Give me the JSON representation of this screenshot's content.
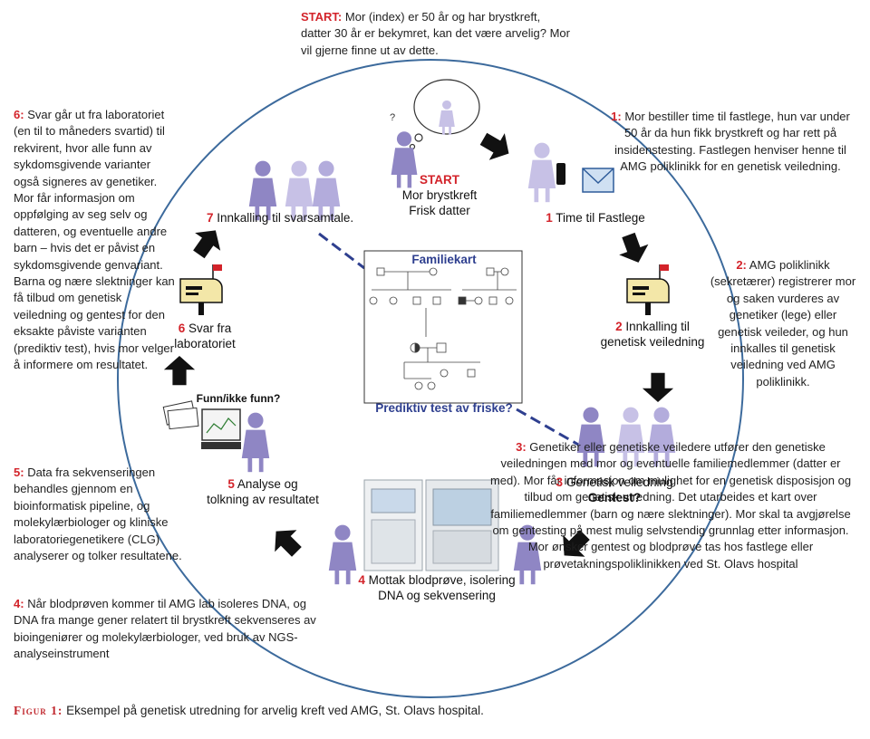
{
  "start": {
    "label": "START:",
    "text": "Mor (index) er 50 år og har brystkreft, datter 30 år er bekymret, kan det være arvelig? Mor vil gjerne finne ut av dette."
  },
  "steps_text": [
    {
      "num": "1:",
      "text": "Mor bestiller time til fastlege, hun var under 50 år da hun fikk brystkreft og har rett på insidenstesting. Fastlegen henviser henne til AMG poliklinikk for en genetisk veiledning."
    },
    {
      "num": "2:",
      "text": "AMG poliklinikk (sekretærer) registrerer mor og saken vurderes av genetiker (lege) eller genetisk veileder, og hun innkalles til genetisk veiledning ved AMG poliklinikk."
    },
    {
      "num": "3:",
      "text": "Genetiker eller genetiske veiledere utfører den genetiske veiledningen med mor og eventuelle familiemedlemmer (datter er med). Mor får informasjon om mulighet for en genetisk disposisjon og tilbud om genetisk utredning. Det utarbeides et kart over familiemedlemmer (barn og nære slektninger). Mor skal ta avgjørelse om gentesting på mest mulig selvstendig grunnlag etter informasjon. Mor ønsker gentest og blodprøve tas hos fastlege eller prøvetakningspoliklinikken ved St. Olavs hospital"
    },
    {
      "num": "4:",
      "text": "Når blodprøven kommer til AMG lab isoleres DNA, og DNA fra mange gener relatert til brystkreft sekvenseres av bioingeniører og molekylærbiologer, ved bruk av NGS-analyseinstrument"
    },
    {
      "num": "5:",
      "text": "Data fra sekvenseringen behandles gjennom en bioinformatisk pipeline, og molekylærbiologer og kliniske laboratoriegenetikere (CLG) analyserer og tolker resultatene."
    },
    {
      "num": "6:",
      "text": "Svar går ut fra laboratoriet (en til to måneders svartid) til rekvirent, hvor alle funn av sykdomsgivende varianter også signeres av genetiker. Mor får informasjon om oppfølging av seg selv og datteren, og eventuelle andre barn – hvis det er påvist en sykdomsgivende genvariant. Barna og nære slektninger kan få tilbud om genetisk veiledning og gentest for den eksakte påviste varianten (prediktiv test), hvis mor velger å informere om resultatet."
    }
  ],
  "labels": {
    "start_title": "START",
    "start_line1": "Mor brystkreft",
    "start_line2": "Frisk datter",
    "s1_num": "1",
    "s1": "Time til Fastlege",
    "s2_num": "2",
    "s2_line1": "Innkalling til",
    "s2_line2": "genetisk veiledning",
    "s3_num": "3",
    "s3_line1": "Genetisk veiledning",
    "s3_line2": "Gentest?",
    "s4_num": "4",
    "s4_line1": "Mottak blodprøve, isolering",
    "s4_line2": "DNA og sekvensering",
    "s5_num": "5",
    "s5_line1": "Analyse og",
    "s5_line2": "tolkning av resultatet",
    "s6_num": "6",
    "s6_line1": "Svar fra",
    "s6_line2": "laboratoriet",
    "s7_num": "7",
    "s7": "Innkalling til svarsamtale.",
    "funn": "Funn/ikke funn?",
    "familiekart": "Familiekart",
    "prediktiv": "Prediktiv test av friske?"
  },
  "caption": {
    "fig": "Figur 1:",
    "text": "Eksempel på genetisk utredning for arvelig kreft ved AMG, St. Olavs hospital."
  },
  "colors": {
    "accent_red": "#d3232a",
    "circle": "#3c6a9c",
    "arrow": "#111111",
    "dash_blue": "#2e3f8f",
    "person_purple": "#8f86c4",
    "person_light": "#c7c1e6"
  }
}
